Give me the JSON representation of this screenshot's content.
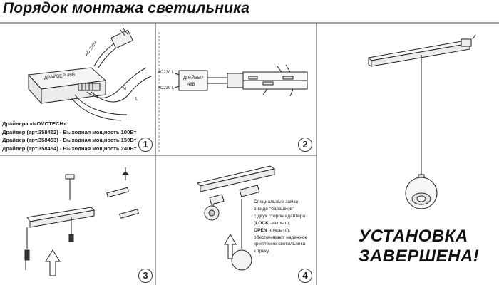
{
  "title": "Порядок монтажа светильника",
  "panel1": {
    "driver_label": "ДРАЙВЕР 48В",
    "ac_label": "AC 230V",
    "n_label": "N",
    "l_label": "L",
    "spec_lines": [
      "Драйвера «NOVOTECH»:",
      "Драйвер (арт.358452) - Выходная мощность 100Вт",
      "Драйвер (арт.358453) - Выходная мощность 150Вт",
      "Драйвер (арт.358454) - Выходная мощность 240Вт"
    ],
    "step": "1"
  },
  "panel2": {
    "ac_l": "AC230 L",
    "ac_n": "AC230 L",
    "driver_line1": "ДРАЙВЕР",
    "driver_line2": "48В",
    "step": "2"
  },
  "panel3": {
    "step": "3"
  },
  "panel4": {
    "lock_text_1": "Специальные замки",
    "lock_text_2": "в виде \"барашков\"",
    "lock_text_3": "с двух сторон адаптера",
    "lock_bold_1": "LOCK",
    "lock_text_4": " -закрыто;",
    "lock_bold_2": "OPEN",
    "lock_text_5": " -открыто),",
    "lock_text_6": "обеспечивают надежное",
    "lock_text_7": "крепление светильника",
    "lock_text_8": "к треку.",
    "step": "4"
  },
  "panel5": {
    "done_line1": "УСТАНОВКА",
    "done_line2": "ЗАВЕРШЕНА!"
  }
}
